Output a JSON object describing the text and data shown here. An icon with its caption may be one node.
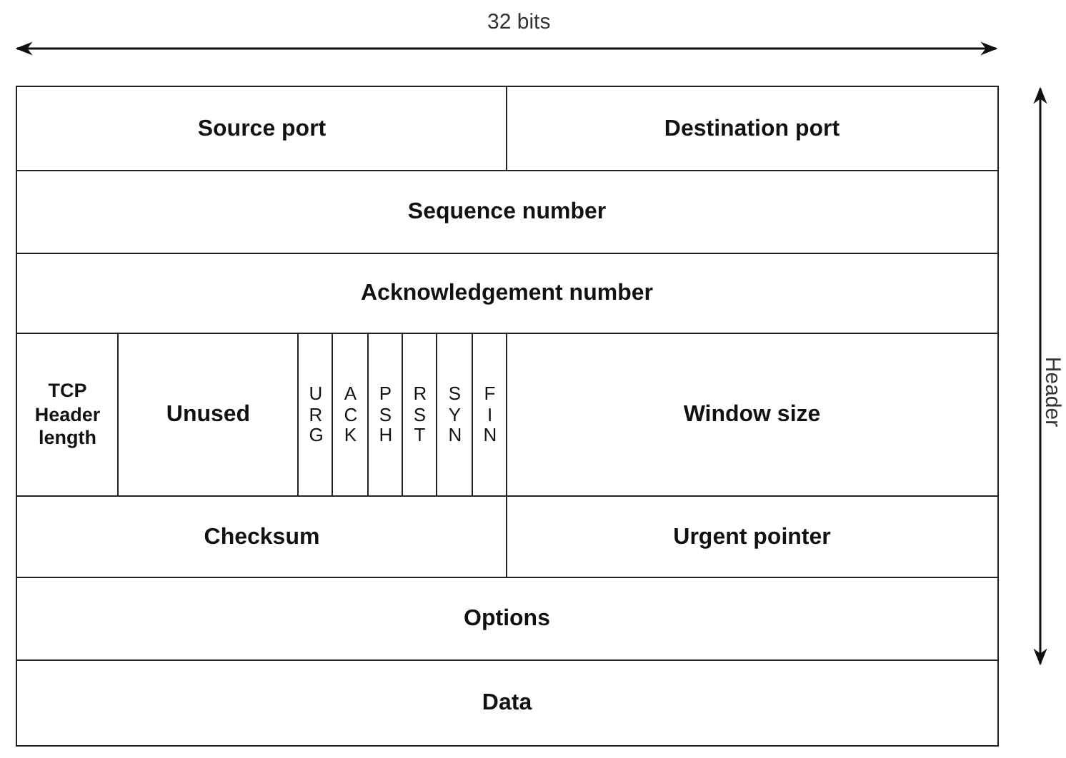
{
  "diagram": {
    "nodes": [
      {
        "text": [
          "Source port"
        ]
      },
      {
        "text": [
          "Destination port"
        ]
      },
      {
        "text": [
          "Sequence number"
        ]
      },
      {
        "text": [
          "Acknowledgement number"
        ]
      },
      {
        "text": [
          "TCP Header length"
        ]
      },
      {
        "text": [
          "Unused"
        ]
      },
      {
        "text": [
          "URG"
        ]
      },
      {
        "text": [
          "ACK"
        ]
      },
      {
        "text": [
          "PSH"
        ]
      },
      {
        "text": [
          "RST"
        ]
      },
      {
        "text": [
          "SYN"
        ]
      },
      {
        "text": [
          "FIN"
        ]
      },
      {
        "text": [
          "Window size"
        ]
      },
      {
        "text": [
          "Checksum"
        ]
      },
      {
        "text": [
          "Urgent pointer"
        ]
      },
      {
        "text": [
          "Options"
        ]
      },
      {
        "text": [
          "Data"
        ]
      }
    ],
    "labels": [
      "32 bits",
      "Header"
    ]
  }
}
